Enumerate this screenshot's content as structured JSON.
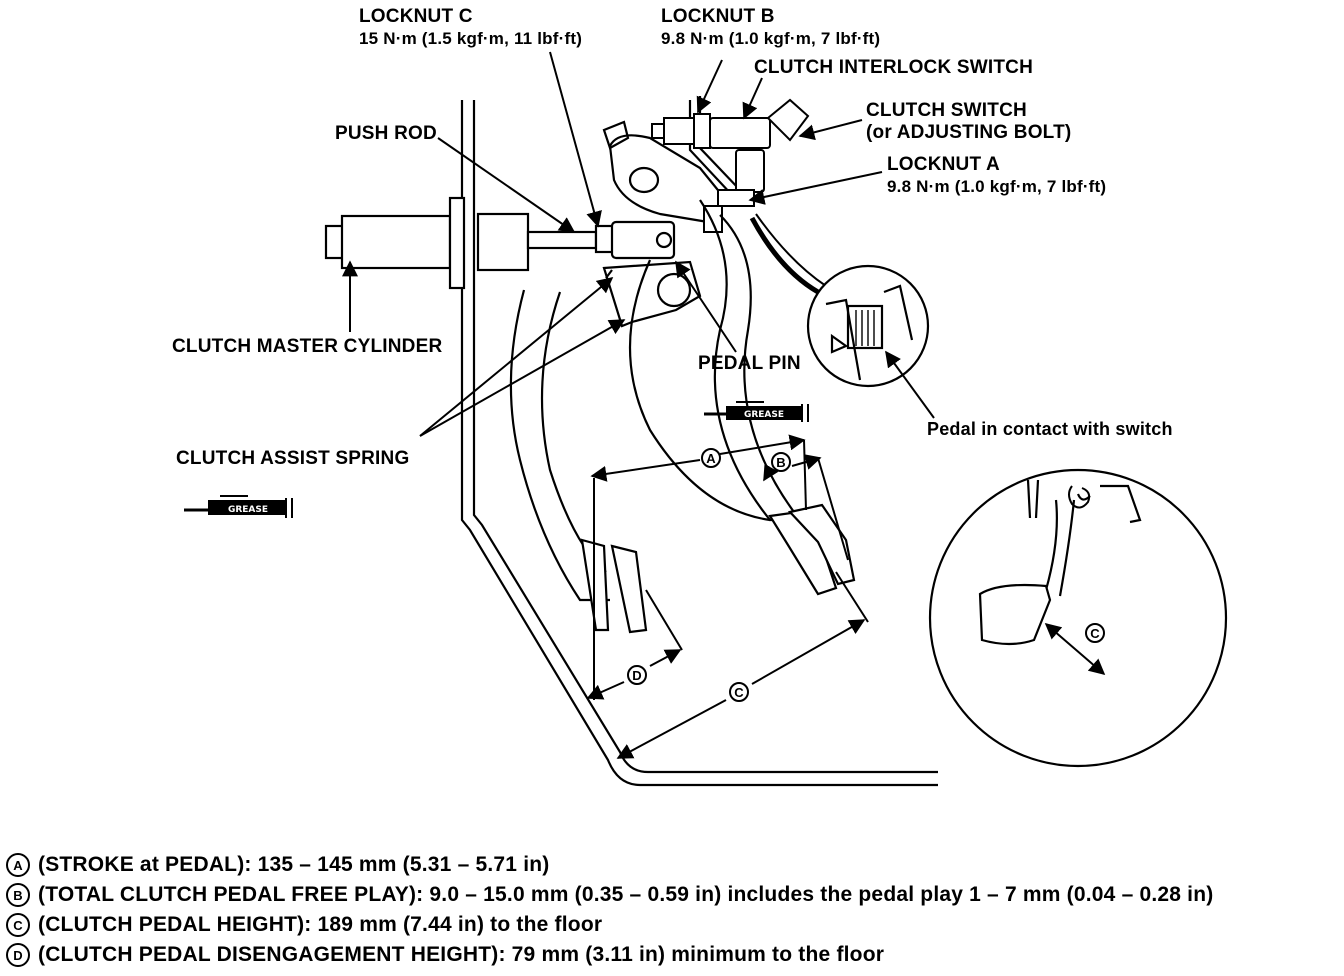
{
  "labels": {
    "locknut_c": {
      "title": "LOCKNUT C",
      "spec": "15 N·m (1.5 kgf·m, 11 lbf·ft)"
    },
    "locknut_b": {
      "title": "LOCKNUT B",
      "spec": "9.8 N·m (1.0 kgf·m, 7 lbf·ft)"
    },
    "clutch_interlock_switch": "CLUTCH INTERLOCK SWITCH",
    "clutch_switch": {
      "title": "CLUTCH SWITCH",
      "sub": "(or ADJUSTING BOLT)"
    },
    "locknut_a": {
      "title": "LOCKNUT A",
      "spec": "9.8 N·m (1.0 kgf·m, 7 lbf·ft)"
    },
    "push_rod": "PUSH ROD",
    "clutch_master_cylinder": "CLUTCH MASTER CYLINDER",
    "pedal_pin": "PEDAL PIN",
    "clutch_assist_spring": "CLUTCH ASSIST SPRING",
    "pedal_contact": "Pedal in contact with switch",
    "grease": "GREASE"
  },
  "dimension_marks": {
    "a": "A",
    "b": "B",
    "c": "C",
    "d": "D"
  },
  "legend": [
    {
      "mark": "A",
      "text": "(STROKE at PEDAL): 135 – 145 mm (5.31 – 5.71 in)"
    },
    {
      "mark": "B",
      "text": "(TOTAL CLUTCH PEDAL FREE PLAY): 9.0 – 15.0 mm (0.35 – 0.59 in) includes the pedal play 1 – 7 mm (0.04 – 0.28 in)"
    },
    {
      "mark": "C",
      "text": "(CLUTCH PEDAL HEIGHT): 189 mm (7.44 in) to the floor"
    },
    {
      "mark": "D",
      "text": "(CLUTCH PEDAL DISENGAGEMENT HEIGHT): 79 mm (3.11 in) minimum to the floor"
    }
  ]
}
